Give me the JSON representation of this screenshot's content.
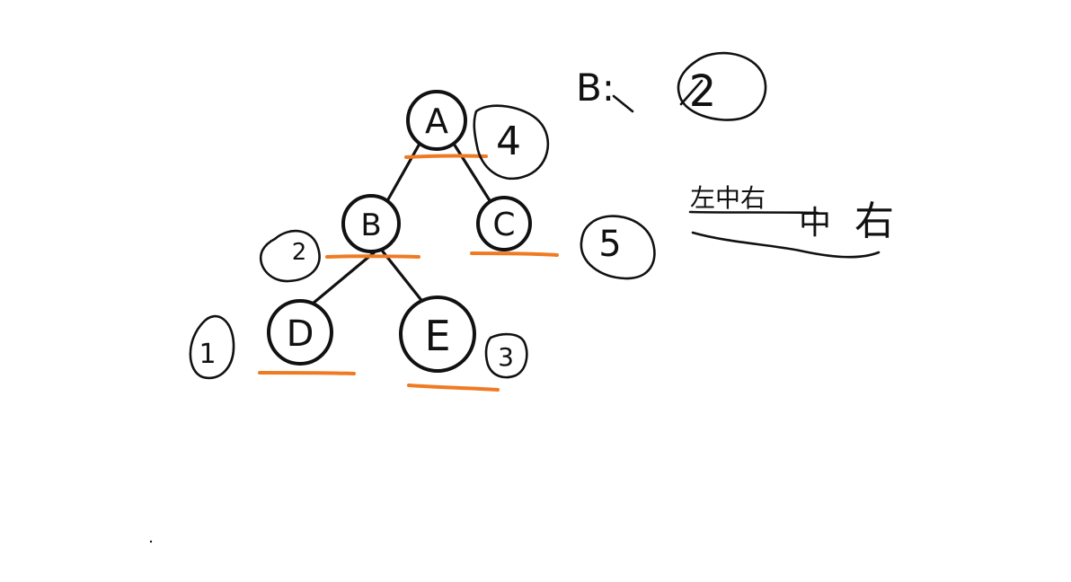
{
  "tree": {
    "nodes": [
      {
        "id": "A",
        "label": "A",
        "order": "4"
      },
      {
        "id": "B",
        "label": "B",
        "order": "2"
      },
      {
        "id": "C",
        "label": "C",
        "order": "5"
      },
      {
        "id": "D",
        "label": "D",
        "order": "1"
      },
      {
        "id": "E",
        "label": "E",
        "order": "3"
      }
    ],
    "edges": [
      [
        "A",
        "B"
      ],
      [
        "A",
        "C"
      ],
      [
        "B",
        "D"
      ],
      [
        "B",
        "E"
      ]
    ]
  },
  "note": {
    "node_label": "B:",
    "node_order": "2",
    "traversal": "左中右",
    "mid": "中",
    "right": "右"
  },
  "colors": {
    "ink": "#111111",
    "underline": "#f07a22",
    "background": "#ffffff"
  }
}
